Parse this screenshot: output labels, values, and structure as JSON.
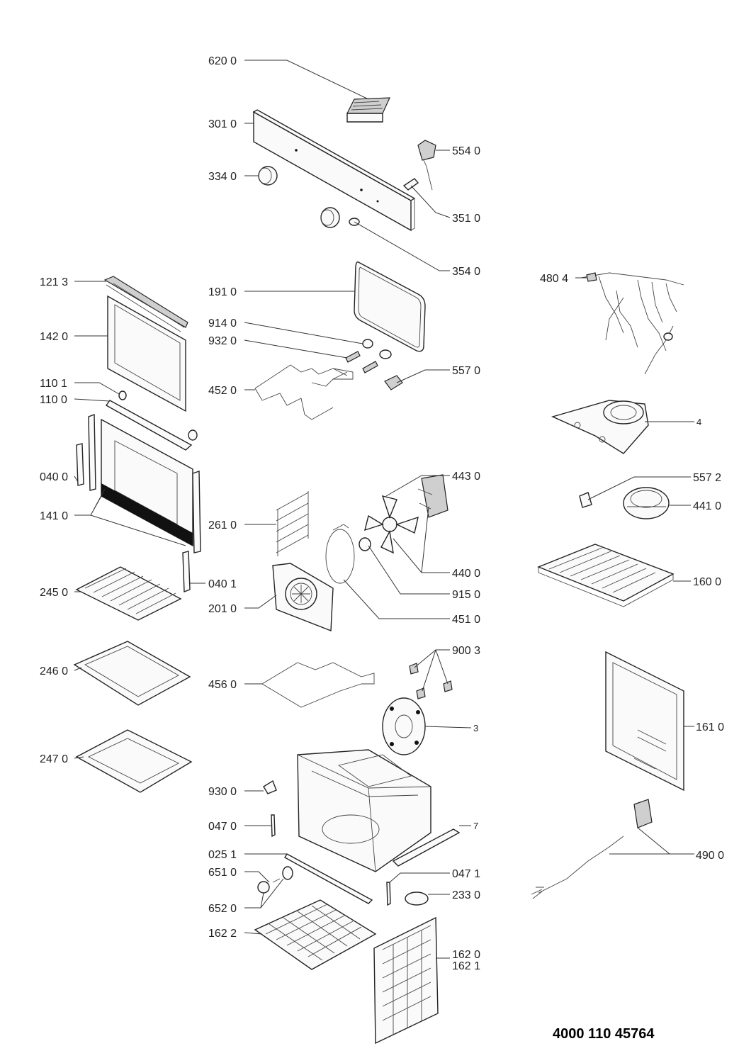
{
  "diagram": {
    "document_number": "4000 110 45764",
    "labels": {
      "l6200": "620 0",
      "l3010": "301 0",
      "l5540": "554 0",
      "l3340": "334 0",
      "l3510": "351 0",
      "l3540": "354 0",
      "l1213": "121 3",
      "l1910": "191 0",
      "l4804": "480 4",
      "l1420": "142 0",
      "l9140": "914 0",
      "l9320": "932 0",
      "l5570": "557 0",
      "l1101": "110 1",
      "l1100": "110 0",
      "l4520": "452 0",
      "l4": "4",
      "l0400": "040 0",
      "l4430": "443 0",
      "l5572": "557 2",
      "l4410": "441 0",
      "l1410": "141 0",
      "l2610": "261 0",
      "l4400": "440 0",
      "l0401": "040 1",
      "l1600": "160 0",
      "l2450": "245 0",
      "l9150": "915 0",
      "l2010": "201 0",
      "l4510": "451 0",
      "l9003": "900 3",
      "l2460": "246 0",
      "l4560": "456 0",
      "l1610": "161 0",
      "l3": "3",
      "l2470": "247 0",
      "l9300": "930 0",
      "l0470": "047 0",
      "l7": "7",
      "l0251": "025 1",
      "l0471": "047 1",
      "l4900": "490 0",
      "l6510": "651 0",
      "l2330": "233 0",
      "l6520": "652 0",
      "l1622": "162 2",
      "l1620": "162 0",
      "l1621": "162 1"
    }
  }
}
